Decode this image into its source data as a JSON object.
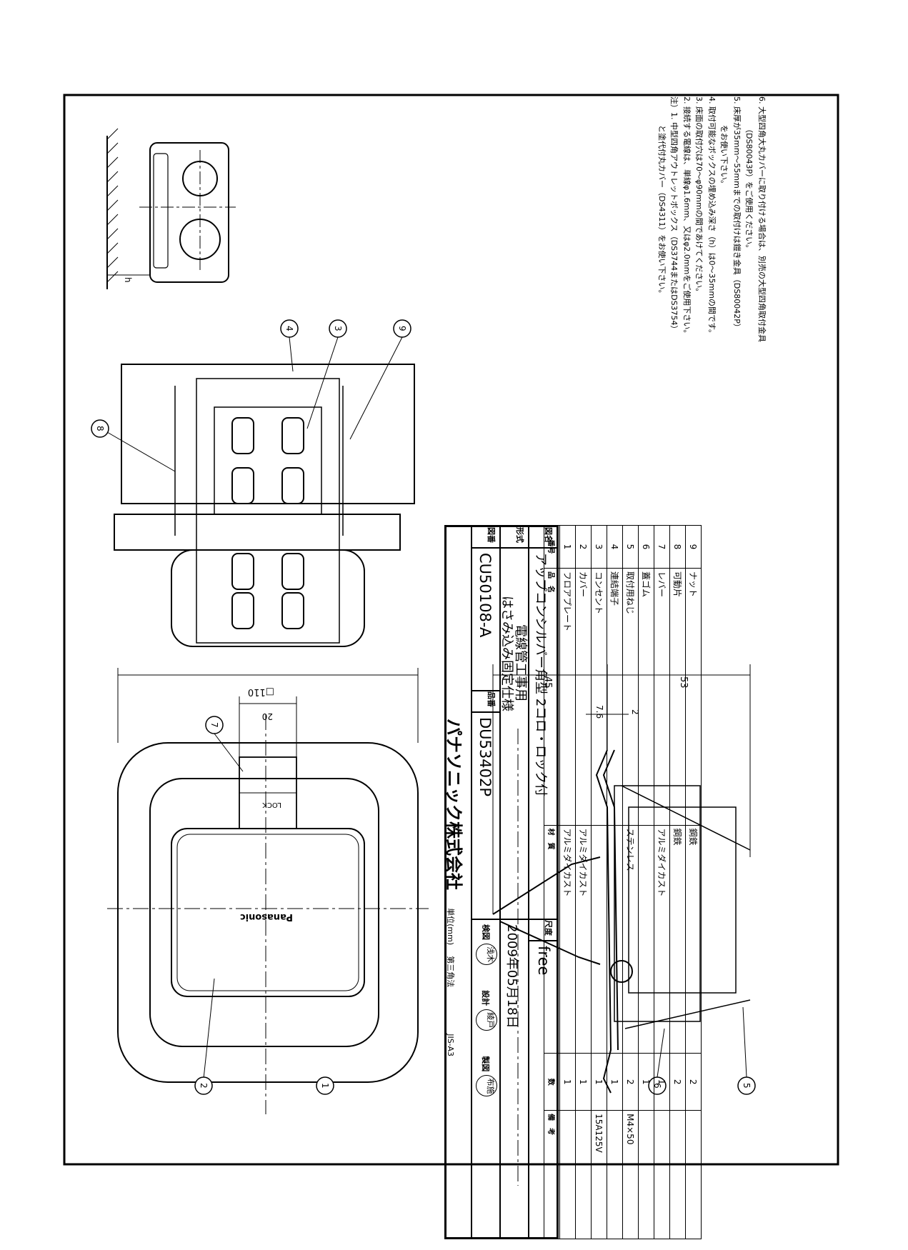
{
  "notes": [
    "6. 大型四角大丸カバーに取り付ける場合は、別売の大型四角取付金具",
    "（DS80043P）をご使用ください。",
    "5. 床厚が35mm〜55mmまでの取付けは鎧き金具（DS80042P）",
    "をお使い下さい。",
    "4. 取付可能なボックスの埋め込み深さ（h）は0〜35mmの間です。",
    "3. 床面の取付穴は70〜φ90mmの間であけてください。",
    "2. 接続する電線は、単線φ1.6mm、又はφ2.0mmをご使用下さい。",
    "注）1. 中型四角アウトレットボックス（DS3744またはDS3754）",
    "と塗代付丸カバー（DS4311）をお使い下さい。"
  ],
  "parts": [
    {
      "no": "9",
      "name": "ナット",
      "material": "鋼鉄",
      "qty": "2",
      "remark": ""
    },
    {
      "no": "8",
      "name": "可動片",
      "material": "鋼鉄",
      "qty": "2",
      "remark": ""
    },
    {
      "no": "7",
      "name": "レバー",
      "material": "アルミダイカスト",
      "qty": "1",
      "remark": ""
    },
    {
      "no": "6",
      "name": "蓋ゴム",
      "material": "",
      "qty": "1",
      "remark": ""
    },
    {
      "no": "5",
      "name": "取付用ねじ",
      "material": "ステンレス",
      "qty": "2",
      "remark": "M4×50"
    },
    {
      "no": "4",
      "name": "連結端子",
      "material": "",
      "qty": "1",
      "remark": ""
    },
    {
      "no": "3",
      "name": "コンセント",
      "material": "",
      "qty": "1",
      "remark": "15A125V"
    },
    {
      "no": "2",
      "name": "カバー",
      "material": "アルミダイカスト",
      "qty": "1",
      "remark": ""
    },
    {
      "no": "1",
      "name": "フロアプレート",
      "material": "アルミダイカスト",
      "qty": "1",
      "remark": ""
    }
  ],
  "parts_header": {
    "no": "番号",
    "name": "品　名",
    "material": "材　質",
    "qty": "数",
    "remark": "備　考"
  },
  "title_block": {
    "name_label": "図名",
    "name": "アップコンシルバー角型 2コロ・ロック付",
    "scale_label": "尺度",
    "scale": "free",
    "model_label": "形式",
    "model_line1": "電線管工事用",
    "model_line2": "はさみ込み固定仕様",
    "date": "2009年05月18日",
    "approve_labels": [
      "検図",
      "設計",
      "製図"
    ],
    "stamps": [
      "浅木",
      "綾戸",
      "布施"
    ],
    "drawing_no_label": "図番",
    "drawing_no": "CU50108-A",
    "product_no_label": "品番",
    "product_no": "DU53402P",
    "company": "パナソニック株式会社",
    "unit": "単位(mm)",
    "projection": "第三角法",
    "sheet": "JIS-A3"
  },
  "dimensions": {
    "plate_width": "□110",
    "lever_width": "20",
    "depth_total": "45",
    "depth_floor": "53",
    "lever_height": "7.6",
    "gap": "2",
    "depth_h": "h"
  },
  "callouts": [
    "1",
    "2",
    "3",
    "4",
    "5",
    "6",
    "7",
    "8",
    "9"
  ],
  "cover_brand": "Panasonic",
  "lock_label": "LOCK"
}
